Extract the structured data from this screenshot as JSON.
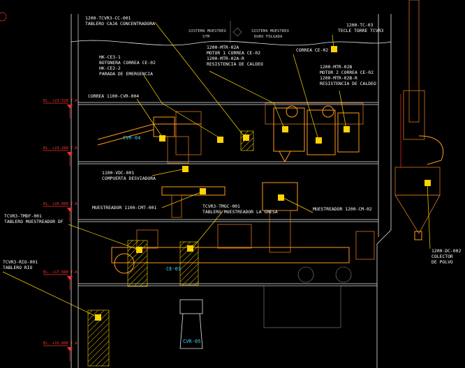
{
  "colors": {
    "background": "#000000",
    "leader": "#ffd400",
    "equipment": "#ff9a1a",
    "structure": "#e8e8e8",
    "elevation": "#ff2a2a",
    "cyan_text": "#3fd6ff"
  },
  "header": {
    "left_system": [
      "SISTEMA MUESTREO",
      "STM"
    ],
    "right_system": [
      "SISTEMA MUESTREO",
      "DURO FOLGADA"
    ]
  },
  "labels": [
    {
      "id": "tablero-caja",
      "lines": [
        "1200-TCVR3-CC-001",
        "TABLERO CAJA CONCENTRADORA"
      ]
    },
    {
      "id": "tecle-torre",
      "lines": [
        "1200-TC-03",
        "TECLE TORRE TCVR3"
      ]
    },
    {
      "id": "botonera",
      "lines": [
        "HK-CE3-1",
        "BOTONERA CORREA CE-02",
        "HK-CE2-2",
        "PARADA DE EMERGENCIA"
      ]
    },
    {
      "id": "motor1",
      "lines": [
        "1200-MTR-02A",
        "MOTOR 1 CORREA CE-02",
        "1200-MTR-02A-R",
        "RESISTENCIA DE CALDEO"
      ]
    },
    {
      "id": "correa-ce02",
      "lines": [
        "CORREA CE-02"
      ]
    },
    {
      "id": "motor2",
      "lines": [
        "1200-MTR-02B",
        "MOTOR 2 CORREA CE-02",
        "1200-MTR-02B-R",
        "RESISTENCIA DE CALDEO"
      ]
    },
    {
      "id": "correa-1100",
      "lines": [
        "CORREA 1100-CVR-004"
      ]
    },
    {
      "id": "compuerta",
      "lines": [
        "1100-VDC-001",
        "COMPUERTA DESVIADORA"
      ]
    },
    {
      "id": "muestreador-cmt",
      "lines": [
        "MUESTREADOR 1100-CMT-001"
      ]
    },
    {
      "id": "tablero-gruesa",
      "lines": [
        "TCVR3-TMGC-001",
        "TABLERO MUESTREADOR LA GRESA"
      ]
    },
    {
      "id": "muestreador-cm02",
      "lines": [
        "MUESTREADOR 1200-CM-02"
      ]
    },
    {
      "id": "tablero-df",
      "lines": [
        "TCVR3-TMDF-001",
        "TABLERO MUESTREADOR DF"
      ]
    },
    {
      "id": "colector",
      "lines": [
        "1200-DC-002",
        "COLECTOR",
        "DE POLVO"
      ]
    },
    {
      "id": "tablero-rio",
      "lines": [
        "TCVR3-RIO-001",
        "TABLERO RIO"
      ]
    }
  ],
  "equipment_tags": [
    "CVR-04",
    "CE-03",
    "CVR-05"
  ],
  "elevations": [
    "EL. +23.520 T.A",
    "EL. +23.260 T.A",
    "EL. +20.060 T.A",
    "EL. +17.560 T.A",
    "EL. +15.000 T.A"
  ]
}
